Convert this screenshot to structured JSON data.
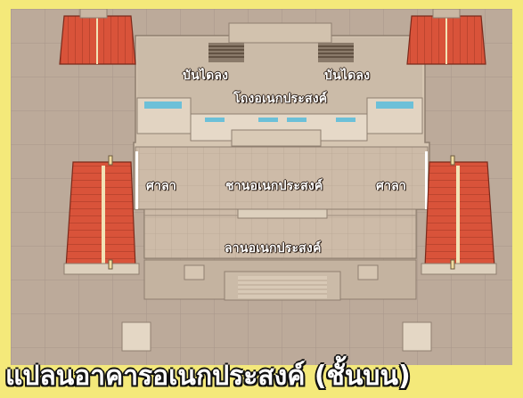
{
  "labels": {
    "stair_left": "บันไดลง",
    "stair_right": "บันไดลง",
    "hall": "โถงอเนกประสงค์",
    "sala_left": "ศาลา",
    "sala_right": "ศาลา",
    "terrace": "ชานอเนกประสงค์",
    "courtyard": "ลานอเนกประสงค์"
  },
  "caption": "แปลนอาคารอเนกประสงค์ (ชั้นบน)",
  "colors": {
    "frame": "#f4e97a",
    "roof": "#d9533a",
    "roof_dark": "#b03a25",
    "floor": "#c9b7a3",
    "paving": "#b8a898",
    "glass": "#6cc0d8"
  }
}
